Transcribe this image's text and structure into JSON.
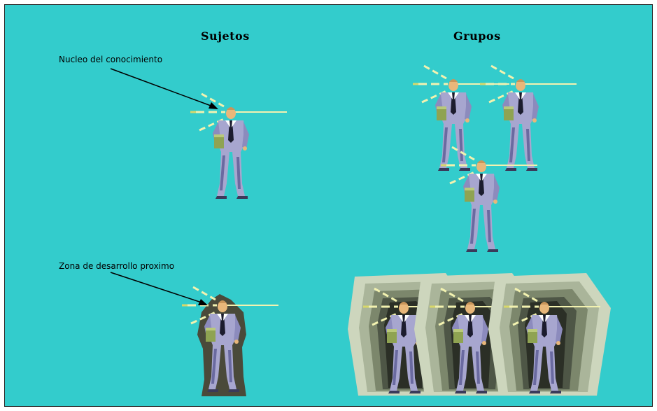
{
  "headings": {
    "left": "Sujetos",
    "right": "Grupos"
  },
  "annotations": {
    "top": "Nucleo del conocimiento",
    "bottom": "Zona de desarrollo proximo"
  },
  "colors": {
    "background": "#33cccc",
    "frame_border": "#2a2a2a",
    "figure_suit": "#a7a6cf",
    "figure_shadow": "#6a6aa0",
    "figure_skin": "#e8b77a",
    "folder": "#8fa352",
    "rays": "#f2f2b0",
    "zone_outer": "#c9d3b4",
    "zone_dark": "#3b3b2f"
  }
}
